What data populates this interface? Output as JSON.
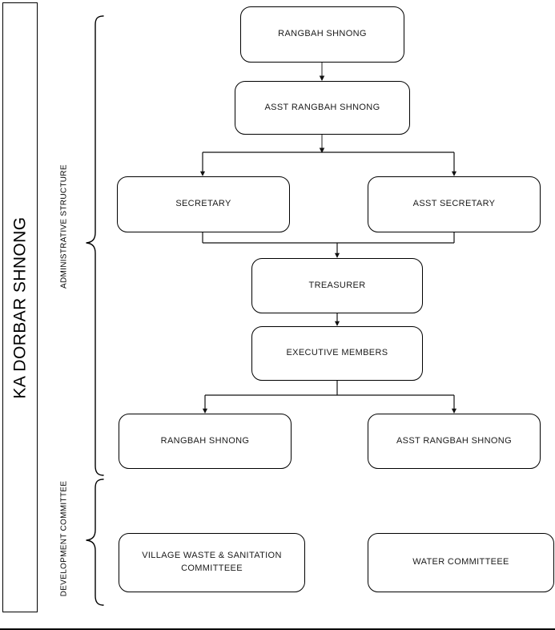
{
  "diagram": {
    "title": "KA DORBAR SHNONG",
    "sections": [
      {
        "id": "administrative",
        "label": "ADMINISTRATIVE STRUCTURE"
      },
      {
        "id": "development",
        "label": "DEVELOPMENT COMMITTEE"
      }
    ],
    "nodes": {
      "rangbah_shnong": "RANGBAH SHNONG",
      "asst_rangbah_shnong": "ASST RANGBAH SHNONG",
      "secretary": "SECRETARY",
      "asst_secretary": "ASST SECRETARY",
      "treasurer": "TREASURER",
      "executive_members": "EXECUTIVE MEMBERS",
      "rangbah_shnong_2": "RANGBAH SHNONG",
      "asst_rangbah_shnong_2": "ASST RANGBAH SHNONG",
      "village_waste_committee_line1": "VILLAGE WASTE & SANITATION",
      "village_waste_committee_line2": "COMMITTEEE",
      "water_committee": "WATER COMMITTEEE"
    },
    "colors": {
      "stroke": "#000000",
      "text": "#1a1a1a",
      "background": "#ffffff"
    }
  }
}
